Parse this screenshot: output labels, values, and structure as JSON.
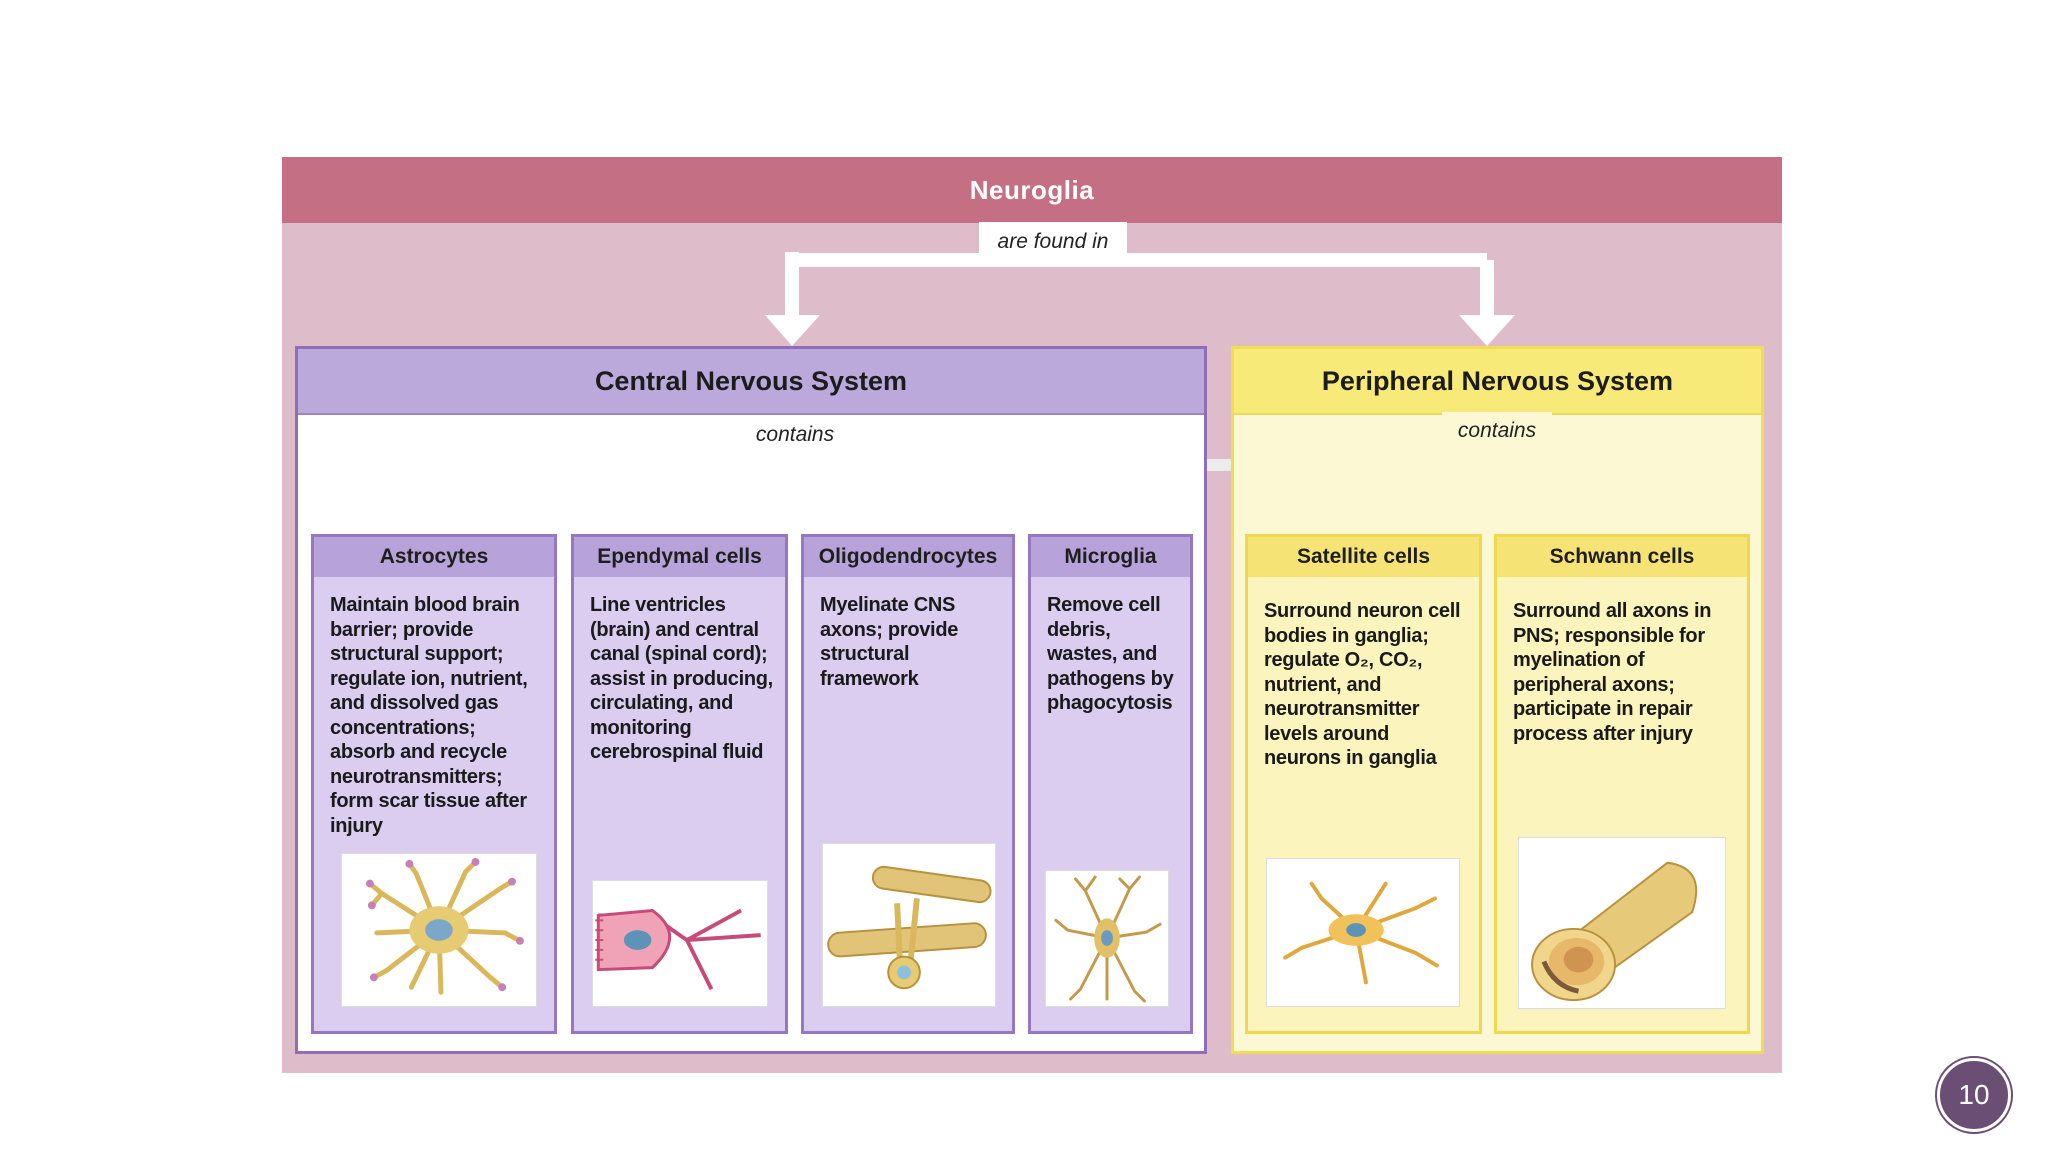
{
  "title": "Neuroglia",
  "connector_top": "are found in",
  "cns": {
    "title": "Central Nervous System",
    "connector": "contains",
    "cells": [
      {
        "name": "Astrocytes",
        "desc": "Maintain blood brain barrier; provide structural support; regulate ion, nutrient, and dissolved gas concentrations; absorb and recycle neurotransmitters; form scar tissue after injury"
      },
      {
        "name": "Ependymal cells",
        "desc": "Line ventricles (brain) and central canal (spinal cord); assist in producing, circulating, and monitoring cerebrospinal fluid"
      },
      {
        "name": "Oligodendrocytes",
        "desc": "Myelinate CNS axons; provide structural framework"
      },
      {
        "name": "Microglia",
        "desc": "Remove cell debris, wastes, and pathogens by phagocytosis"
      }
    ]
  },
  "pns": {
    "title": "Peripheral Nervous System",
    "connector": "contains",
    "cells": [
      {
        "name": "Satellite cells",
        "desc": "Surround neuron cell bodies in ganglia; regulate O₂, CO₂, nutrient, and neurotransmitter levels around neurons in ganglia"
      },
      {
        "name": "Schwann cells",
        "desc": "Surround all axons in PNS; responsible for myelination of peripheral axons; participate in repair process after injury"
      }
    ]
  },
  "page_number": "10",
  "colors": {
    "title_bar": "#c46f84",
    "background": "#dfbcc9",
    "cns_header": "#bba9dc",
    "cns_cell": "#dacdf0",
    "pns_header": "#f8ea78",
    "pns_cell": "#fcf4bd",
    "page_badge": "#6b4e73"
  },
  "icons": [
    "astrocyte-icon",
    "ependymal-cell-icon",
    "oligodendrocyte-icon",
    "microglia-icon",
    "satellite-cell-icon",
    "schwann-cell-icon"
  ]
}
